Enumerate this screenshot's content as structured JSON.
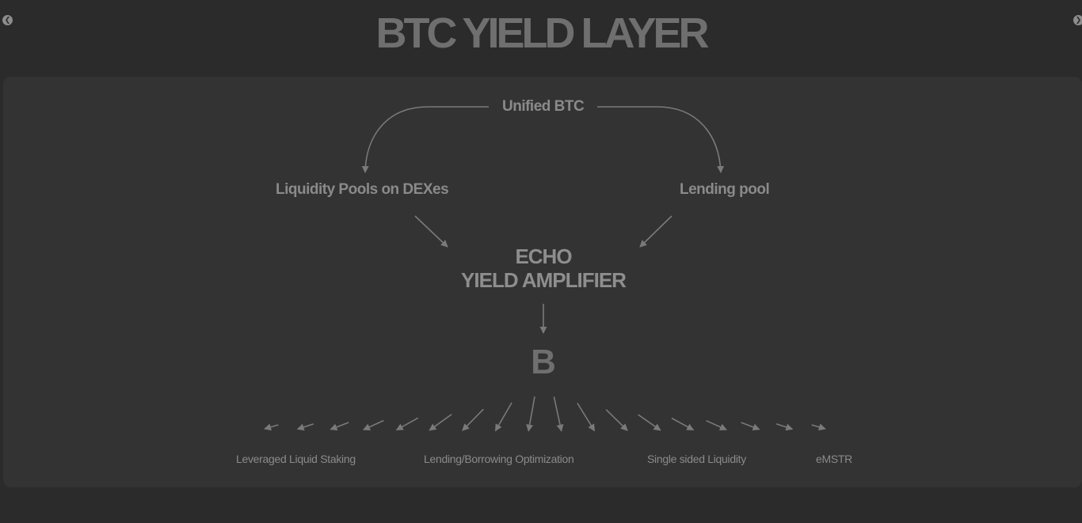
{
  "nav": {
    "prev_icon": "chevron-left-icon",
    "next_icon": "chevron-right-icon",
    "prev_glyph": "❮",
    "next_glyph": "❯"
  },
  "title": "BTC YIELD LAYER",
  "diagram": {
    "source": "Unified BTC",
    "left_node": "Liquidity Pools on DEXes",
    "right_node": "Lending pool",
    "center_node_line1": "ECHO",
    "center_node_line2": "YIELD AMPLIFIER",
    "btc_symbol": "B",
    "btc_icon": "bitcoin-icon",
    "outputs": [
      "Leveraged Liquid Staking",
      "Lending/Borrowing Optimization",
      "Single sided Liquidity",
      "eMSTR"
    ]
  },
  "colors": {
    "background": "#2b2b2b",
    "panel": "#333333",
    "text": "#8a8a8a",
    "title": "#6f6f6f",
    "arrow": "#7a7a7a"
  }
}
